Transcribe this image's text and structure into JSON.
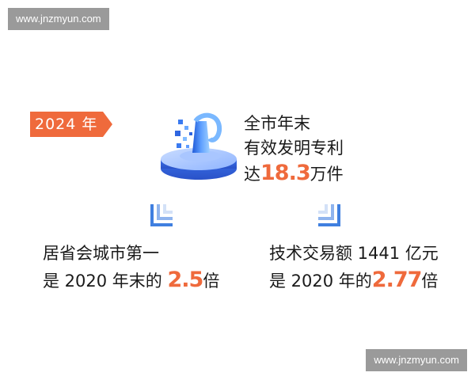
{
  "watermark": {
    "top": "www.jnzmyun.com",
    "bottom": "www.jnzmyun.com"
  },
  "year_tag": "2024 年",
  "top_stat": {
    "line1": "全市年末",
    "line2": "有效发明专利",
    "line3_prefix": "达",
    "value": "18.3",
    "line3_suffix": "万件"
  },
  "left_stat": {
    "line1": "居省会城市第一",
    "line2_prefix": "是 2020 年末的",
    "value": "2.5",
    "line2_suffix": "倍"
  },
  "right_stat": {
    "line1": "技术交易额 1441 亿元",
    "line2_prefix": "是 2020 年的",
    "value": "2.77",
    "line2_suffix": "倍"
  },
  "colors": {
    "accent_orange": "#ef6a3c",
    "chevron_blue": "#3f7fe0",
    "watermark_gray": "#9a9a9a"
  },
  "icons": [
    "trophy-icon",
    "chevron-down-left-icon",
    "chevron-down-right-icon"
  ]
}
